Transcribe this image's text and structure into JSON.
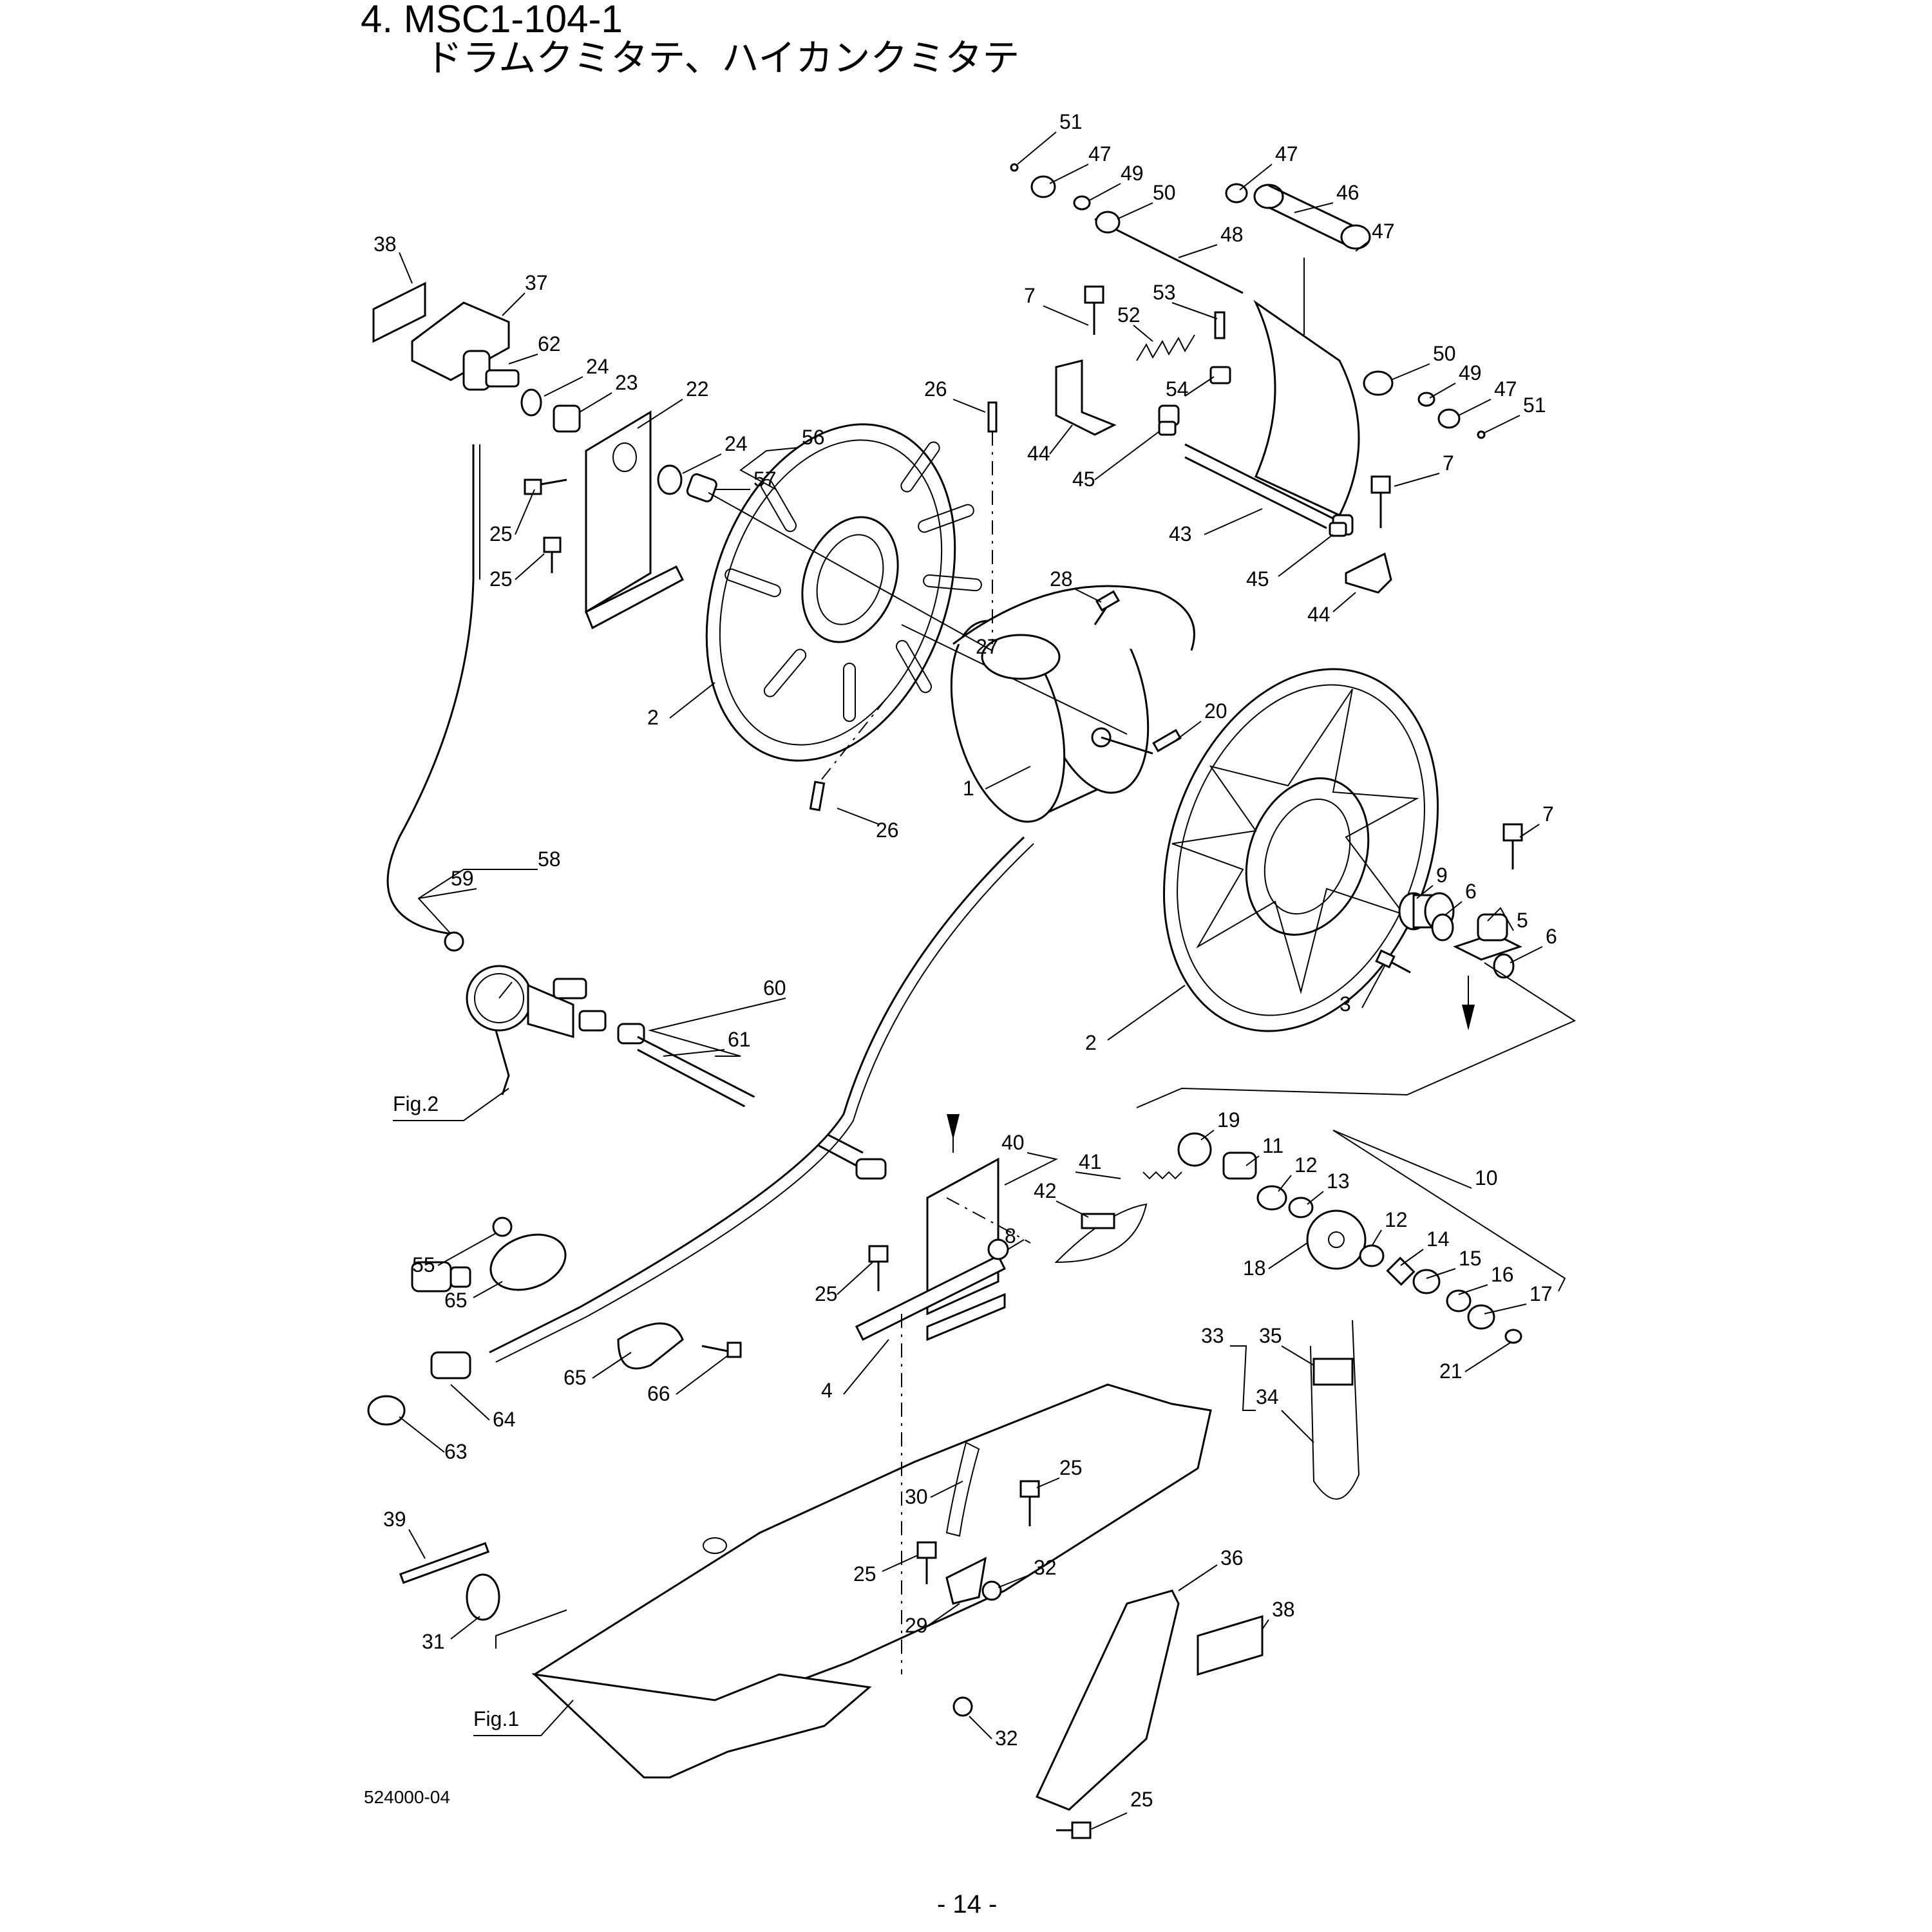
{
  "header": {
    "title_line_1": "4. MSC1-104-1",
    "title_line_2": "ドラムクミタテ、ハイカンクミタテ"
  },
  "footer": {
    "doc_code": "524000-04",
    "page_number": "- 14 -"
  },
  "figure_refs": {
    "fig1": "Fig.1",
    "fig2": "Fig.2"
  },
  "callouts": {
    "c1": "1",
    "c2a": "2",
    "c2b": "2",
    "c3": "3",
    "c4": "4",
    "c5": "5",
    "c6a": "6",
    "c6b": "6",
    "c7a": "7",
    "c7b": "7",
    "c7c": "7",
    "c8": "8",
    "c9": "9",
    "c10": "10",
    "c11": "11",
    "c12a": "12",
    "c12b": "12",
    "c13": "13",
    "c14": "14",
    "c15": "15",
    "c16": "16",
    "c17": "17",
    "c18": "18",
    "c19": "19",
    "c20": "20",
    "c21": "21",
    "c22": "22",
    "c23": "23",
    "c24a": "24",
    "c24b": "24",
    "c25a": "25",
    "c25b": "25",
    "c25c": "25",
    "c25d": "25",
    "c25e": "25",
    "c25f": "25",
    "c26a": "26",
    "c26b": "26",
    "c27": "27",
    "c28": "28",
    "c29": "29",
    "c30": "30",
    "c31": "31",
    "c32a": "32",
    "c32b": "32",
    "c33": "33",
    "c34": "34",
    "c35": "35",
    "c36": "36",
    "c37": "37",
    "c38a": "38",
    "c38b": "38",
    "c39": "39",
    "c40": "40",
    "c41": "41",
    "c42": "42",
    "c43": "43",
    "c44a": "44",
    "c44b": "44",
    "c45a": "45",
    "c45b": "45",
    "c46": "46",
    "c47a": "47",
    "c47b": "47",
    "c47c": "47",
    "c47d": "47",
    "c48": "48",
    "c49a": "49",
    "c49b": "49",
    "c50a": "50",
    "c50b": "50",
    "c51a": "51",
    "c51b": "51",
    "c52": "52",
    "c53": "53",
    "c54": "54",
    "c55": "55",
    "c56": "56",
    "c57": "57",
    "c58": "58",
    "c59": "59",
    "c60": "60",
    "c61": "61",
    "c62": "62",
    "c63": "63",
    "c64": "64",
    "c65a": "65",
    "c65b": "65",
    "c66": "66"
  }
}
